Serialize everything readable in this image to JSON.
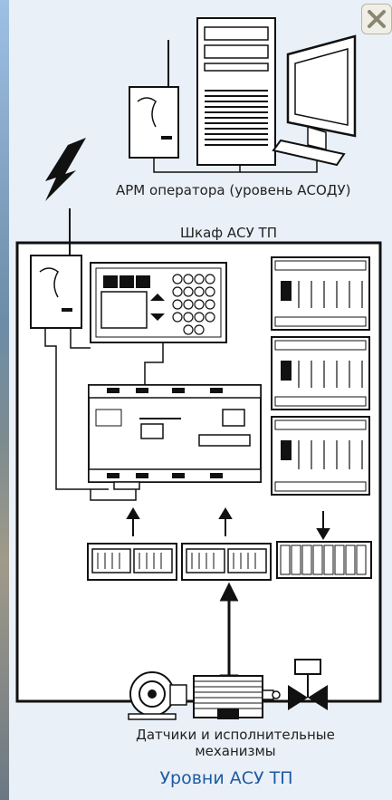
{
  "operator_label": "АРМ оператора (уровень АСОДУ)",
  "cabinet_label": "Шкаф АСУ ТП",
  "sensors_label_line1": "Датчики и исполнительные",
  "sensors_label_line2": "механизмы",
  "caption": "Уровни АСУ ТП",
  "colors": {
    "caption": "#1f5aa0",
    "background": "#e9f0f8",
    "line": "#111111"
  },
  "icons": [
    "close-icon",
    "lightning-icon",
    "modem-icon",
    "pc-tower-icon",
    "monitor-icon",
    "operator-panel-icon",
    "plc-icon",
    "io-module-icon",
    "terminal-block-icon",
    "pump-icon",
    "motor-icon",
    "valve-icon"
  ]
}
